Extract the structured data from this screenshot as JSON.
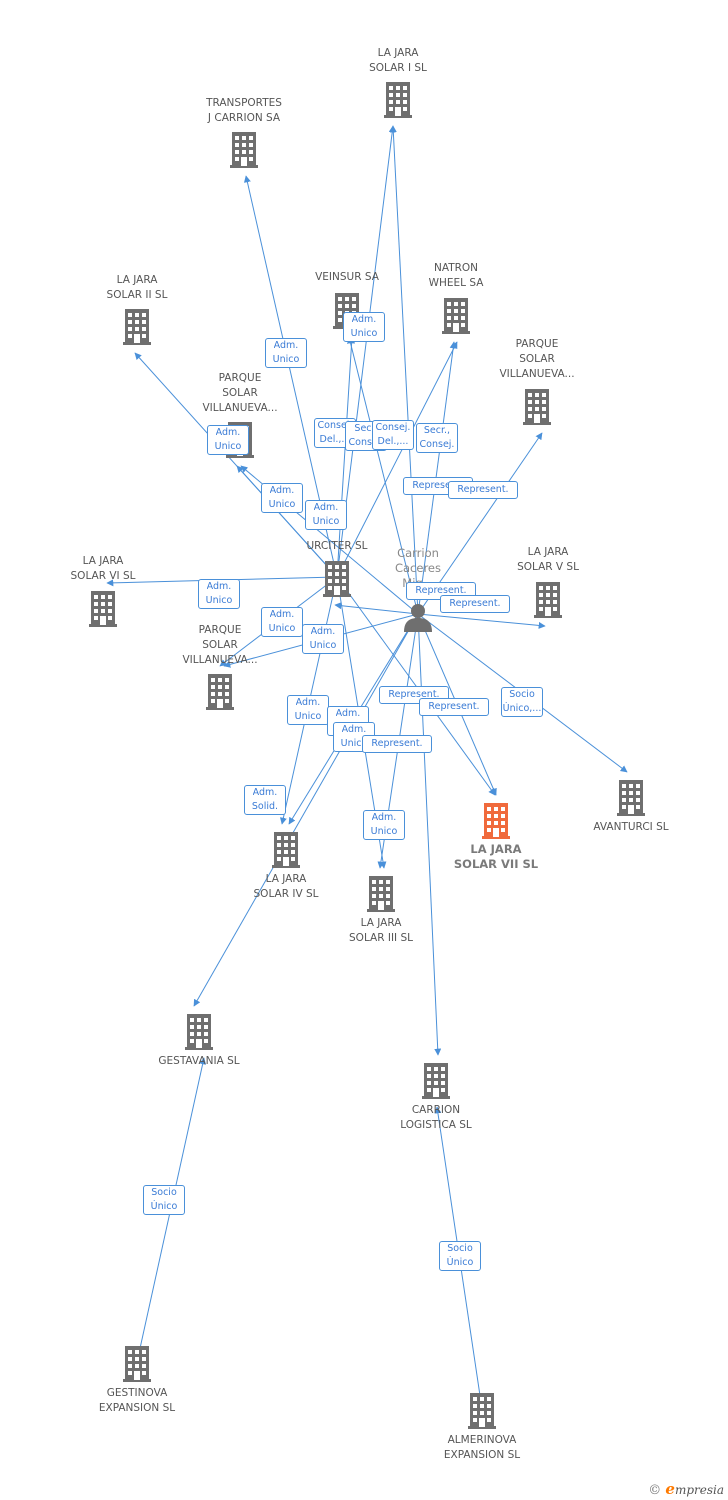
{
  "colors": {
    "edge": "#4a90d9",
    "building": "#6f6f6f",
    "focus": "#f06a3c",
    "person": "#6f6f6f"
  },
  "nodes": [
    {
      "id": "lajara1",
      "kind": "company",
      "label": [
        "LA JARA",
        "SOLAR I SL"
      ]
    },
    {
      "id": "transportes",
      "kind": "company",
      "label": [
        "TRANSPORTES",
        "J CARRION SA"
      ]
    },
    {
      "id": "lajara2",
      "kind": "company",
      "label": [
        "LA JARA",
        "SOLAR II SL"
      ]
    },
    {
      "id": "veinsur",
      "kind": "company",
      "label": [
        "VEINSUR SA"
      ]
    },
    {
      "id": "natron",
      "kind": "company",
      "label": [
        "NATRON",
        "WHEEL SA"
      ]
    },
    {
      "id": "parque1",
      "kind": "company",
      "label": [
        "PARQUE",
        "SOLAR",
        "VILLANUEVA..."
      ]
    },
    {
      "id": "parque2",
      "kind": "company",
      "label": [
        "PARQUE",
        "SOLAR",
        "VILLANUEVA..."
      ]
    },
    {
      "id": "urciter",
      "kind": "company",
      "label": [
        "URCITER SL"
      ]
    },
    {
      "id": "person",
      "kind": "person",
      "label": [
        "Carrion",
        "Caceres",
        "Mig..."
      ]
    },
    {
      "id": "lajara6",
      "kind": "company",
      "label": [
        "LA JARA",
        "SOLAR VI SL"
      ]
    },
    {
      "id": "lajara5",
      "kind": "company",
      "label": [
        "LA JARA",
        "SOLAR V SL"
      ]
    },
    {
      "id": "parque3",
      "kind": "company",
      "label": [
        "PARQUE",
        "SOLAR",
        "VILLANUEVA..."
      ]
    },
    {
      "id": "lajara7",
      "kind": "focus",
      "label": [
        "LA JARA",
        "SOLAR VII SL"
      ]
    },
    {
      "id": "avanturci",
      "kind": "company",
      "label": [
        "AVANTURCI SL"
      ]
    },
    {
      "id": "lajara4",
      "kind": "company",
      "label": [
        "LA JARA",
        "SOLAR IV SL"
      ]
    },
    {
      "id": "lajara3",
      "kind": "company",
      "label": [
        "LA JARA",
        "SOLAR III SL"
      ]
    },
    {
      "id": "gestavania",
      "kind": "company",
      "label": [
        "GESTAVANIA SL"
      ]
    },
    {
      "id": "carrionlog",
      "kind": "company",
      "label": [
        "CARRION",
        "LOGISTICA SL"
      ]
    },
    {
      "id": "gestinova",
      "kind": "company",
      "label": [
        "GESTINOVA",
        "EXPANSION SL"
      ]
    },
    {
      "id": "almerinova",
      "kind": "company",
      "label": [
        "ALMERINOVA",
        "EXPANSION SL"
      ]
    }
  ],
  "edge_labels": [
    [
      "Adm.",
      "Unico"
    ],
    [
      "Adm.",
      "Unico"
    ],
    [
      "Adm.",
      "Unico"
    ],
    [
      "Consej.",
      "Del.,..."
    ],
    [
      "Secr.",
      "Consej."
    ],
    [
      "Consej.",
      "Del.,..."
    ],
    [
      "Secr.,",
      "Consej."
    ],
    [
      "Adm.",
      "Unico"
    ],
    [
      "Represent."
    ],
    [
      "Adm.",
      "Unico"
    ],
    [
      "Represent."
    ],
    [
      "Adm.",
      "Unico"
    ],
    [
      "Adm.",
      "Unico"
    ],
    [
      "Represent."
    ],
    [
      "Adm.",
      "Unico"
    ],
    [
      "Represent."
    ],
    [
      "Adm.",
      "Unico"
    ],
    [
      "Represent."
    ],
    [
      "Adm.",
      "Unico"
    ],
    [
      "Represent."
    ],
    [
      "Socio",
      "Único,..."
    ],
    [
      "Adm.",
      "Unico"
    ],
    [
      "Represent."
    ],
    [
      "Adm.",
      "Solid."
    ],
    [
      "Adm.",
      "Unico"
    ],
    [
      "Socio",
      "Único"
    ],
    [
      "Socio",
      "Único"
    ]
  ],
  "footer": {
    "copyright": "©",
    "brand_initial": "e",
    "brand_rest": "mpresia"
  }
}
